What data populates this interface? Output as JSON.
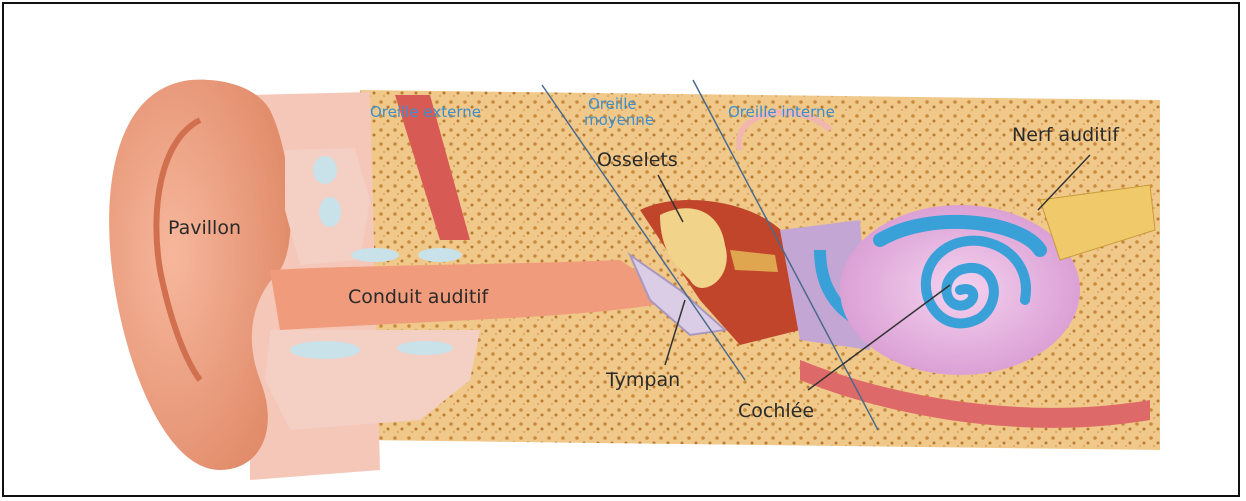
{
  "diagram": {
    "regions": {
      "outer_ear": "Oreille externe",
      "middle_ear_line1": "Oreille",
      "middle_ear_line2": "moyenne",
      "inner_ear": "Oreille interne"
    },
    "labels": {
      "auricle": "Pavillon",
      "ear_canal": "Conduit auditif",
      "ossicles": "Osselets",
      "auditory_nerve": "Nerf auditif",
      "eardrum": "Tympan",
      "cochlea": "Cochlée"
    },
    "colors": {
      "skin": "#f1a586",
      "skin_dark": "#d9775a",
      "cartilage": "#f3cfc4",
      "cartilage_hole": "#c9e2ea",
      "bone": "#f0c98a",
      "bone_spot": "#c98a3c",
      "cochlea_pink": "#e9b6e3",
      "cochlea_blue": "#3aa0d8",
      "label_blue": "#3b8fd0"
    }
  }
}
